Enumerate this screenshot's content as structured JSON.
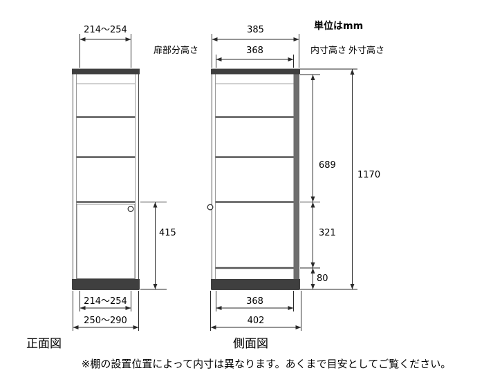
{
  "unit_note": "単位はmm",
  "front_view": {
    "caption": "正面図",
    "door_height_header": "扉部分高さ",
    "top_width": "214〜254",
    "door_height": "415",
    "inner_width": "214〜254",
    "outer_width": "250〜290"
  },
  "side_view": {
    "caption": "側面図",
    "inner_height_header": "内寸高さ",
    "outer_height_header": "外寸高さ",
    "top_outer_depth": "385",
    "top_inner_depth": "368",
    "inner_height": "689",
    "outer_height": "1170",
    "lower_inner_height": "321",
    "base_height": "80",
    "bottom_inner_depth": "368",
    "bottom_outer_depth": "402"
  },
  "footnote": "※棚の設置位置によって内寸は異なります。あくまで目安としてご覧ください。"
}
